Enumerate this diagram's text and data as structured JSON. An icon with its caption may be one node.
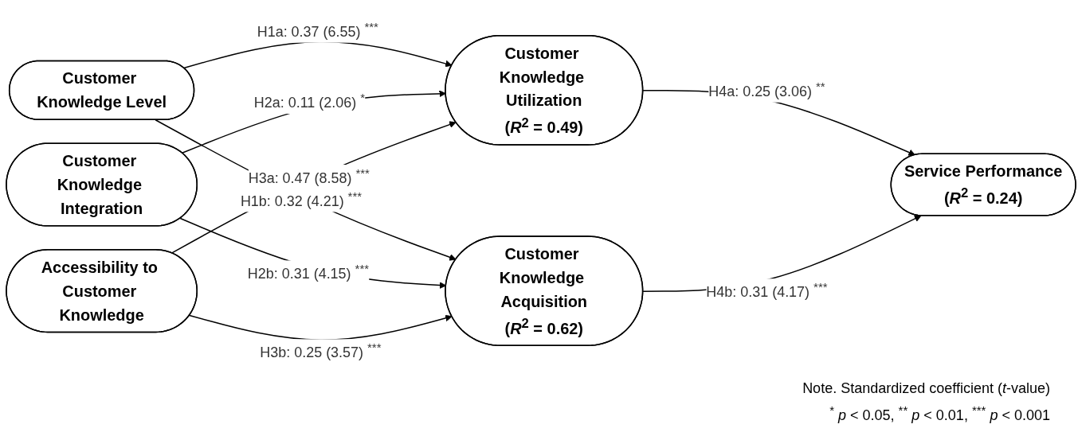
{
  "diagram": {
    "nodes": [
      {
        "text": [
          "Customer Knowledge Level"
        ]
      },
      {
        "text": [
          "Customer Knowledge Integration"
        ]
      },
      {
        "text": [
          "Accessibility to Customer Knowledge"
        ]
      },
      {
        "text": [
          "Customer Knowledge Utilization",
          "(*R*$^{2}$ = 0.49)"
        ]
      },
      {
        "text": [
          "Customer Knowledge Acquisition",
          "(*R*$^{2}$ = 0.62)"
        ]
      },
      {
        "text": [
          "Service Performance",
          "(*R*$^{2}$ = 0.24)"
        ]
      }
    ],
    "edges": [
      {
        "from": 0,
        "to": 3,
        "arrow": "to",
        "label": "H1a: 0.37 (6.55) $^{***}$"
      },
      {
        "from": 0,
        "to": 4,
        "arrow": "to",
        "label": "H1b: 0.32 (4.21) $^{***}$"
      },
      {
        "from": 1,
        "to": 3,
        "arrow": "to",
        "label": "H2a: 0.11 (2.06) $^{*}$"
      },
      {
        "from": 1,
        "to": 4,
        "arrow": "to",
        "label": "H2b: 0.31 (4.15) $^{***}$"
      },
      {
        "from": 2,
        "to": 3,
        "arrow": "to",
        "label": "H3a: 0.47 (8.58) $^{***}$"
      },
      {
        "from": 2,
        "to": 4,
        "arrow": "to",
        "label": "H3b: 0.25 (3.57) $^{***}$"
      },
      {
        "from": 3,
        "to": 5,
        "arrow": "to",
        "label": "H4a: 0.25 (3.06) $^{**}$"
      },
      {
        "from": 4,
        "to": 5,
        "arrow": "to",
        "label": "H4b: 0.31 (4.17) $^{***}$"
      }
    ],
    "labels": [
      "Note. Standardized coefficient (*t*-value)",
      "$^{*}$ *p* < 0.05, $^{**}$ *p* < 0.01, $^{***}$ *p* < 0.001"
    ]
  }
}
